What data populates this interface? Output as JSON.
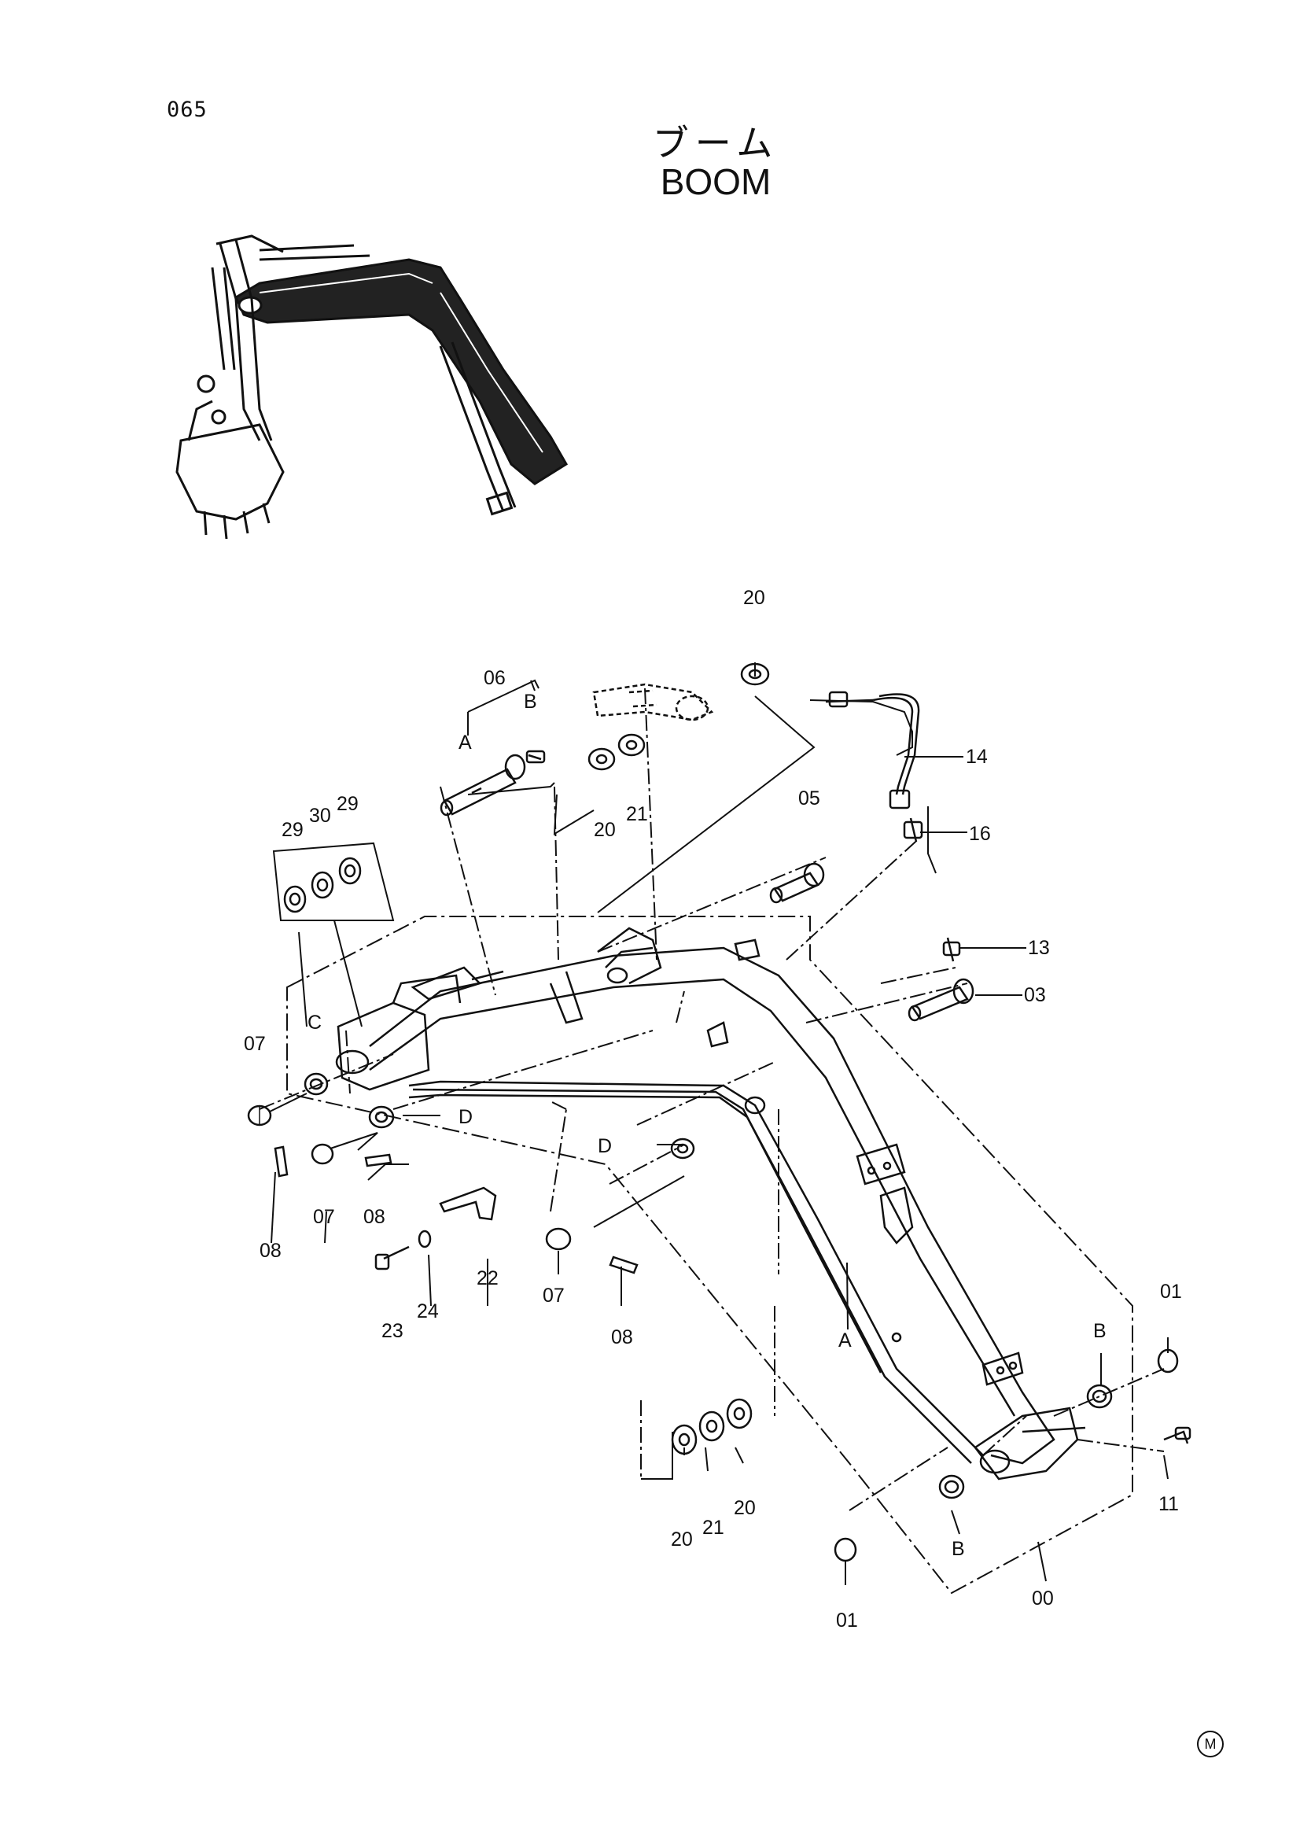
{
  "header": {
    "page_number": "065",
    "title_jp": "ブーム",
    "title_en": "BOOM"
  },
  "callouts": {
    "c20_top": "20",
    "c06": "06",
    "cA_top": "A",
    "cB_top": "B",
    "c20_mid": "20",
    "c21_mid": "21",
    "c14": "14",
    "c16": "16",
    "c05": "05",
    "c29_left": "29",
    "c30": "30",
    "c29_right": "29",
    "c13": "13",
    "c03": "03",
    "c07_left": "07",
    "cC": "C",
    "cD_left": "D",
    "c08_left": "08",
    "c07_mid": "07",
    "c08_mid": "08",
    "cD_mid": "D",
    "c22": "22",
    "c23": "23",
    "c24": "24",
    "c07_low": "07",
    "c08_low": "08",
    "cA_low": "A",
    "c01_right": "01",
    "cB_right": "B",
    "c11": "11",
    "c20_bottom_left": "20",
    "c21_bottom": "21",
    "c20_bottom_right": "20",
    "cB_bottom": "B",
    "c00": "00",
    "c01_bottom": "01"
  },
  "footer": {
    "mark": "M"
  }
}
